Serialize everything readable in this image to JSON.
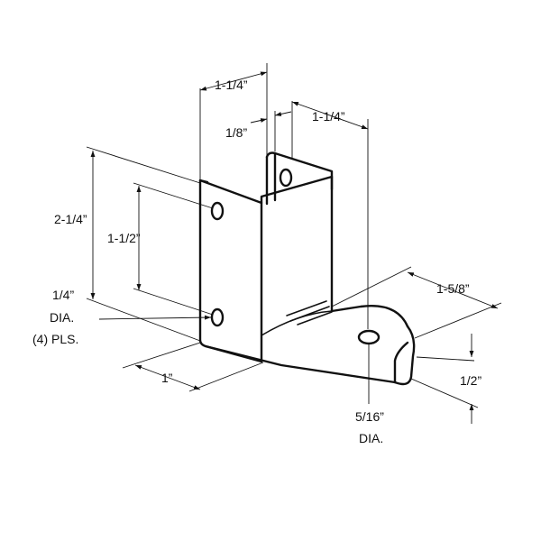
{
  "dimensions": {
    "top_width_a": "1-1/4”",
    "thickness": "1/8”",
    "top_width_b": "1-1/4”",
    "overall_height": "2-1/4”",
    "hole_spacing": "1-1/2”",
    "hole_dia_size": "1/4”",
    "hole_dia_label": "DIA.",
    "hole_dia_count": "(4) PLS.",
    "foot_length": "1-5/8”",
    "base_depth": "1”",
    "foot_height": "1/2”",
    "foot_hole_size": "5/16”",
    "foot_hole_label": "DIA."
  }
}
